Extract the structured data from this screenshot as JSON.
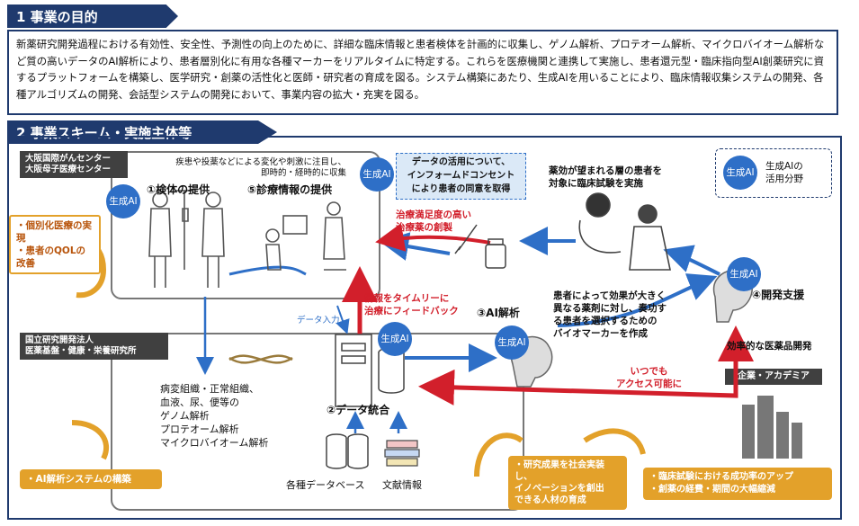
{
  "section1": {
    "title": "1 事業の目的",
    "body": "新薬研究開発過程における有効性、安全性、予測性の向上のために、詳細な臨床情報と患者検体を計画的に収集し、ゲノム解析、プロテオーム解析、マイクロバイオーム解析など質の高いデータのAI解析により、患者層別化に有用な各種マーカーをリアルタイムに特定する。これらを医療機関と連携して実施し、患者還元型・臨床指向型AI創薬研究に資するプラットフォームを構築し、医学研究・創薬の活性化と医師・研究者の育成を図る。システム構築にあたり、生成AIを用いることにより、臨床情報収集システムの開発、各種アルゴリズムの開発、会話型システムの開発において、事業内容の拡大・充実を図る。"
  },
  "section2": {
    "title": "2 事業スキーム・実施主体等",
    "hospital_label": [
      "大阪国際がんセンター",
      "大阪母子医療センター"
    ],
    "hospital_desc": [
      "疾患や投薬などによる変化や刺激に注目し、",
      "即時的・経時的に収集"
    ],
    "step1": "①検体の提供",
    "step5": "⑤診療情報の提供",
    "consent": [
      "データの活用について、",
      "インフォームドコンセント",
      "により患者の同意を取得"
    ],
    "trial": [
      "薬効が望まれる層の患者を",
      "対象に臨床試験を実施"
    ],
    "legend_text": [
      "生成AIの",
      "活用分野"
    ],
    "ai_badge": [
      "生成",
      "AI"
    ],
    "left_outcome": [
      "・個別化医療の実現",
      "・患者のQOLの改善"
    ],
    "unmet_drug": [
      "治療満足度の高い",
      "治療薬の創製"
    ],
    "feedback": [
      "情報をタイムリーに",
      "治療にフィードバック"
    ],
    "data_input": "データ入力",
    "step3": "③AI解析",
    "biomarker": [
      "患者によって効果が大きく",
      "異なる薬剤に対し、奏功す",
      "る患者を選択するための",
      "バイオマーカーを作成"
    ],
    "step4": "④開発支援",
    "efficient_dev": "効率的な医薬品開発",
    "nibiohn_label": [
      "国立研究開発法人",
      "医薬基盤・健康・栄養研究所"
    ],
    "samples": [
      "病変組織・正常組織、",
      "血液、尿、便等の",
      "ゲノム解析",
      "プロテオーム解析",
      "マイクロバイオーム解析"
    ],
    "step2": "②データ統合",
    "access": [
      "いつでも",
      "アクセス可能に"
    ],
    "company_label": "企業・アカデミア",
    "db_label": "各種データベース",
    "lit_label": "文献情報",
    "ai_system": "・AI解析システムの構築",
    "talent": [
      "・研究成果を社会実装し、",
      "イノベーションを創出",
      "できる人材の育成"
    ],
    "trial_success": [
      "・臨床試験における成功率のアップ",
      "・創薬の経費・期間の大幅縮減"
    ]
  },
  "colors": {
    "navy": "#1f3a6e",
    "ai_blue": "#2e6fc7",
    "red": "#d21f2b",
    "orange": "#e3a12a"
  }
}
